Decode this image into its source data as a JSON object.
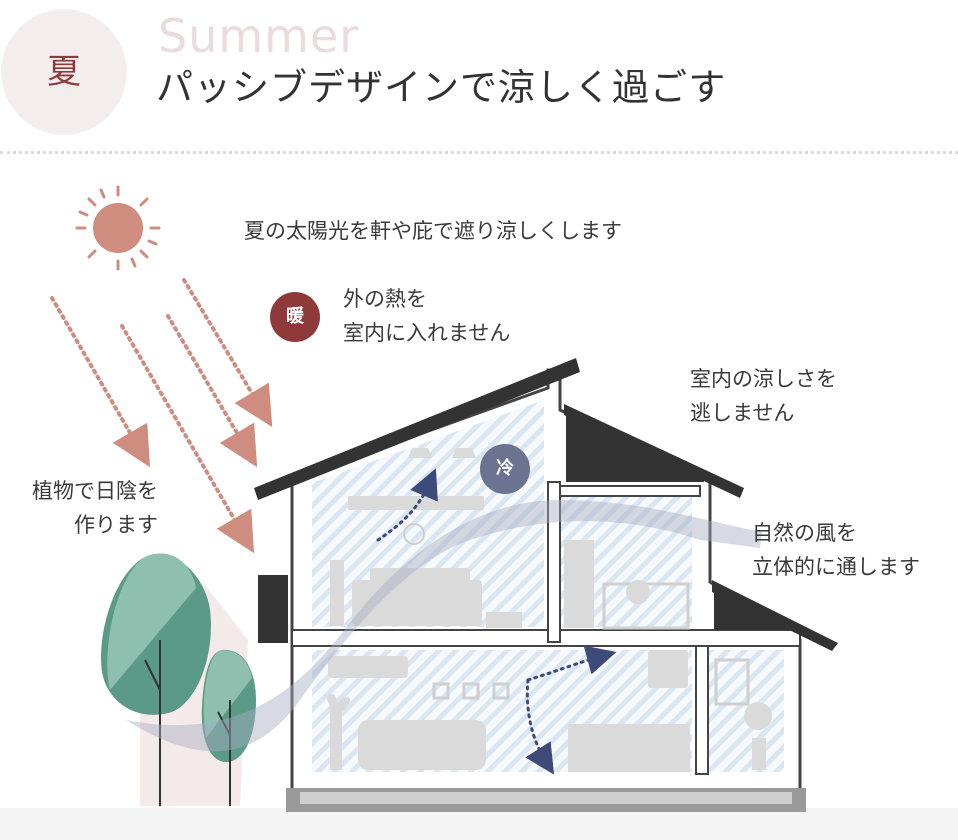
{
  "header": {
    "season_kanji": "夏",
    "season_en": "Summer",
    "title": "パッシブデザインで涼しく過ごす"
  },
  "annotations": {
    "sun_shade": "夏の太陽光を軒や庇で遮り涼しくします",
    "outside_heat": [
      "外の熱を",
      "室内に入れません"
    ],
    "keep_cool": [
      "室内の涼しさを",
      "逃しません"
    ],
    "plants_shade": [
      "植物で日陰を",
      "作ります"
    ],
    "natural_wind": [
      "自然の風を",
      "立体的に通します"
    ]
  },
  "badges": {
    "warm": {
      "label": "暖",
      "color": "#8e3a3a"
    },
    "cool": {
      "label": "冷",
      "color": "#6b7390"
    }
  },
  "colors": {
    "sun": "#cf8d80",
    "sun_rays": "#cf8d80",
    "roof": "#3b3b3b",
    "house_wall": "#ffffff",
    "interior_stripes": "#dbe6f3",
    "wind_flow": "#a7acc2",
    "airflow_arrows": "#3e4a78",
    "tree_green": "#5a9a87",
    "tree_light": "#8fbfae",
    "tree_shadow": "#f3e9e9",
    "furniture": "#d9d9d9"
  }
}
